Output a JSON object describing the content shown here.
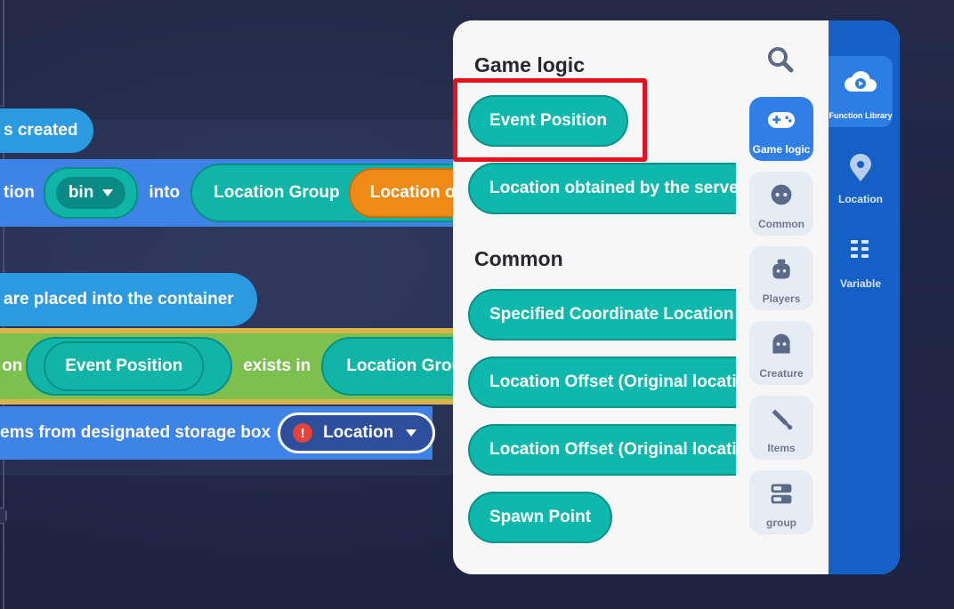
{
  "canvas": {
    "hat1_text": "s created",
    "stmt1": {
      "label1": "tion",
      "dropdown": "bin",
      "label2": "into",
      "pill1": "Location Group",
      "pill2": "Location of"
    },
    "hat2_text": "are placed into the container",
    "stmt2": {
      "label1": "on",
      "pill1": "Event Position",
      "label2": "exists in",
      "pill2": "Location Group"
    },
    "stmt3": {
      "label1": "ems from designated storage box",
      "select_warning": "!",
      "select_value": "Location"
    }
  },
  "library": {
    "sections": [
      {
        "title": "Game logic",
        "items": [
          "Event Position",
          "Location obtained by the server"
        ]
      },
      {
        "title": "Common",
        "items": [
          "Specified Coordinate Location",
          "Location Offset (Original location",
          "Location Offset (Original location",
          "Spawn Point"
        ]
      }
    ],
    "categories": [
      {
        "label": "Game logic",
        "icon": "gamepad-icon",
        "active": true
      },
      {
        "label": "Common",
        "icon": "common-face-icon",
        "active": false
      },
      {
        "label": "Players",
        "icon": "player-icon",
        "active": false
      },
      {
        "label": "Creature",
        "icon": "creature-icon",
        "active": false
      },
      {
        "label": "Items",
        "icon": "sword-icon",
        "active": false
      },
      {
        "label": "group",
        "icon": "group-icon",
        "active": false
      }
    ],
    "sidebar": [
      {
        "label": "Function Library",
        "icon": "function-library-icon",
        "active": true
      },
      {
        "label": "Location",
        "icon": "location-pin-icon",
        "active": false
      },
      {
        "label": "Variable",
        "icon": "variable-icon",
        "active": false
      }
    ]
  },
  "colors": {
    "accent_blue": "#2f7fe6",
    "teal_block": "#0fb8ad",
    "highlight_red": "#e8101c",
    "sidebar_blue": "#1560c6"
  }
}
